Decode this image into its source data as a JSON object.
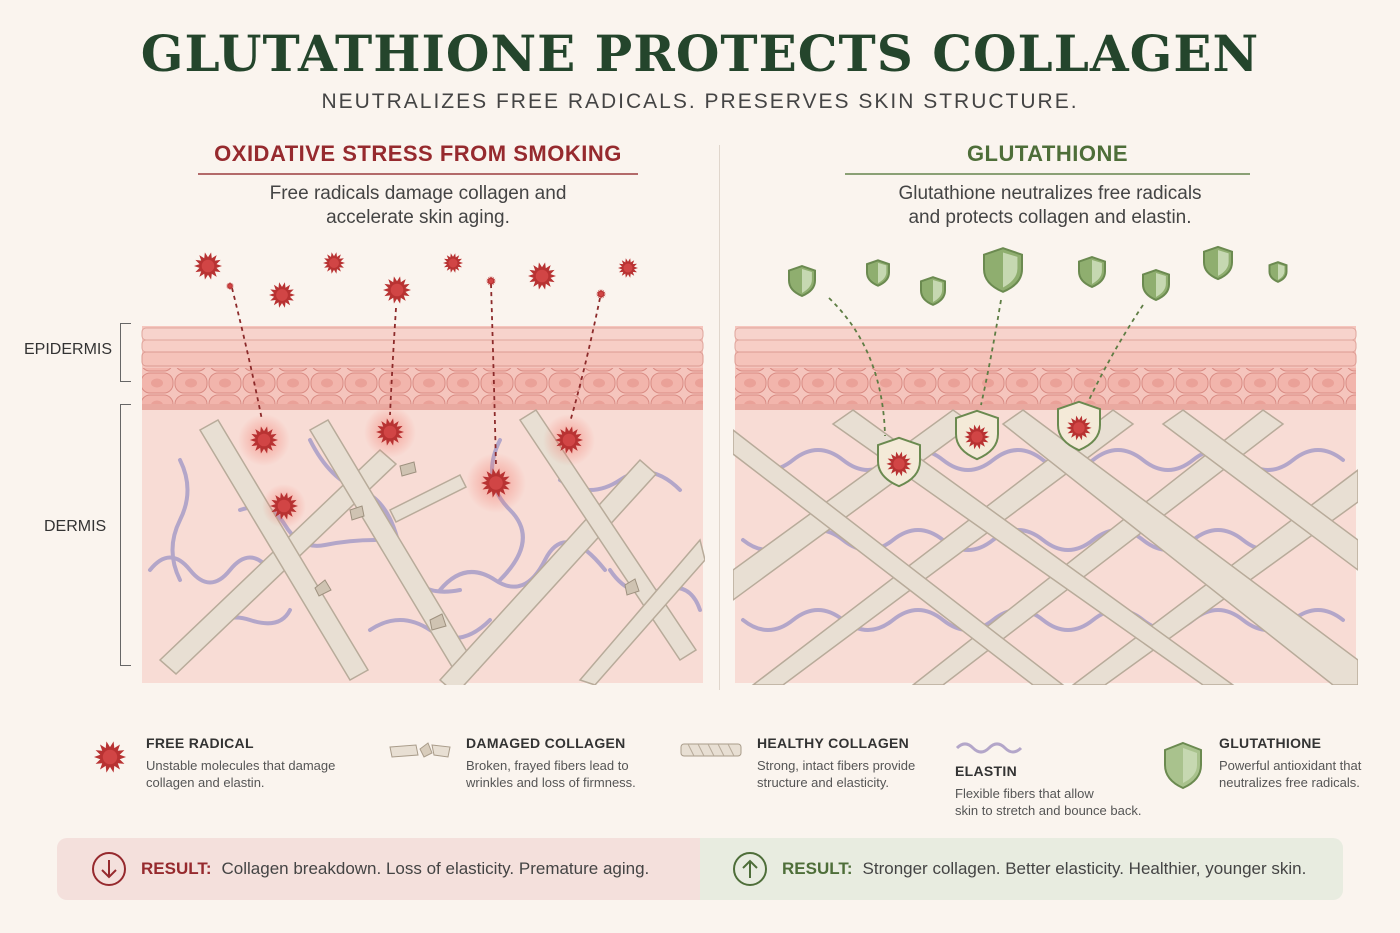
{
  "header": {
    "title": "GLUTATHIONE PROTECTS COLLAGEN",
    "subtitle": "NEUTRALIZES FREE RADICALS. PRESERVES SKIN STRUCTURE."
  },
  "left_panel": {
    "heading": "OXIDATIVE STRESS FROM SMOKING",
    "description_line1": "Free radicals damage collagen and",
    "description_line2": "accelerate skin aging."
  },
  "right_panel": {
    "heading": "GLUTATHIONE",
    "description_line1": "Glutathione neutralizes free radicals",
    "description_line2": "and protects collagen and elastin."
  },
  "layers": {
    "epidermis": "EPIDERMIS",
    "dermis": "DERMIS"
  },
  "legend": {
    "free_radical": {
      "label": "FREE RADICAL",
      "desc1": "Unstable molecules that damage",
      "desc2": "collagen and elastin."
    },
    "damaged_collagen": {
      "label": "DAMAGED COLLAGEN",
      "desc1": "Broken, frayed fibers lead to",
      "desc2": "wrinkles and loss of firmness."
    },
    "healthy_collagen": {
      "label": "HEALTHY COLLAGEN",
      "desc1": "Strong, intact fibers provide",
      "desc2": "structure and elasticity."
    },
    "elastin": {
      "label": "ELASTIN",
      "desc1": "Flexible fibers that allow",
      "desc2": "skin to stretch and bounce back."
    },
    "glutathione": {
      "label": "GLUTATHIONE",
      "desc1": "Powerful antioxidant that",
      "desc2": "neutralizes free radicals."
    }
  },
  "results": {
    "left_label": "RESULT:",
    "left_text": "Collagen breakdown. Loss of elasticity. Premature aging.",
    "right_label": "RESULT:",
    "right_text": "Stronger collagen. Better elasticity. Healthier, younger skin."
  },
  "icons": {
    "free_radical": "starburst-icon",
    "shield": "shield-icon",
    "result_left": "arrow-down-circle-icon",
    "result_right": "arrow-up-circle-icon"
  },
  "colors": {
    "title": "#24452c",
    "danger": "#962a2e",
    "safe": "#4e6e39",
    "radical": "#b83232",
    "shield": "#8fae6f"
  }
}
